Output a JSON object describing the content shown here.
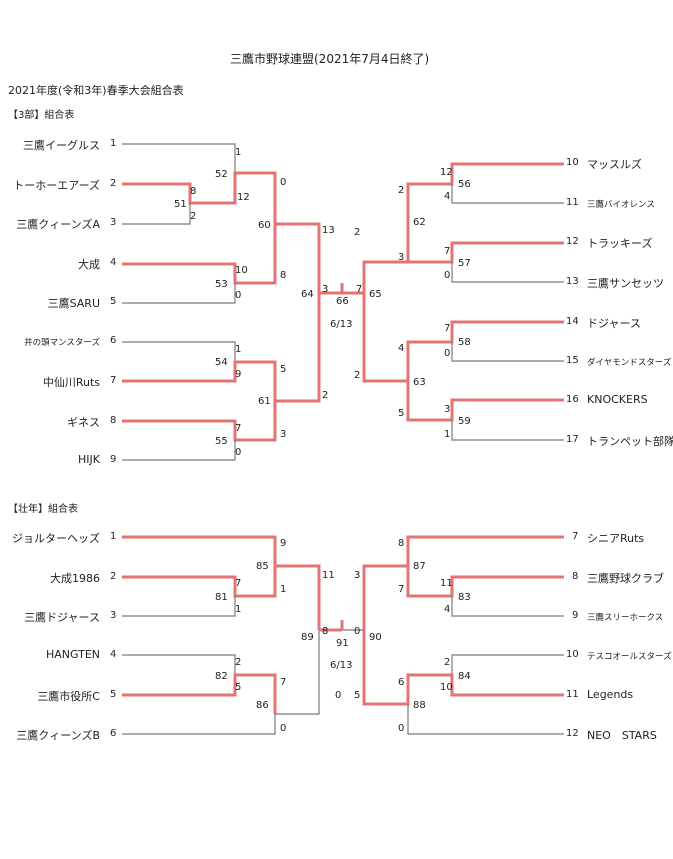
{
  "title": "三鷹市野球連盟(2021年7月4日終了)",
  "subtitle": "2021年度(令和3年)春季大会組合表",
  "section1": {
    "label": "【3部】組合表",
    "left_teams": [
      {
        "name": "三鷹イーグルス",
        "seed": "1"
      },
      {
        "name": "トーホーエアーズ",
        "seed": "2"
      },
      {
        "name": "三鷹クィーンズA",
        "seed": "3"
      },
      {
        "name": "大成",
        "seed": "4"
      },
      {
        "name": "三鷹SARU",
        "seed": "5"
      },
      {
        "name": "井の頭マンスターズ",
        "seed": "6"
      },
      {
        "name": "中仙川Ruts",
        "seed": "7"
      },
      {
        "name": "ギネス",
        "seed": "8"
      },
      {
        "name": "HIJK",
        "seed": "9"
      }
    ],
    "right_teams": [
      {
        "name": "マッスルズ",
        "seed": "10"
      },
      {
        "name": "三鷹バイオレンス",
        "seed": "11"
      },
      {
        "name": "トラッキーズ",
        "seed": "12"
      },
      {
        "name": "三鷹サンセッツ",
        "seed": "13"
      },
      {
        "name": "ドジャース",
        "seed": "14"
      },
      {
        "name": "ダイヤモンドスターズ",
        "seed": "15"
      },
      {
        "name": "KNOCKERS",
        "seed": "16"
      },
      {
        "name": "トランペット部隊",
        "seed": "17"
      }
    ],
    "games": {
      "g51": "51",
      "g52": "52",
      "g53": "53",
      "g54": "54",
      "g55": "55",
      "g60": "60",
      "g61": "61",
      "g64": "64",
      "g66": "66",
      "g56": "56",
      "g57": "57",
      "g58": "58",
      "g59": "59",
      "g62": "62",
      "g63": "63",
      "g65": "65",
      "final_date": "6/13"
    },
    "scores": {
      "s52_top": "1",
      "s52_bot": "12",
      "s51_top": "8",
      "s51_bot": "2",
      "s52_out": "0",
      "s53_top": "10",
      "s53_bot": "0",
      "s60_bot": "8",
      "s60_out": "13",
      "s54_top": "1",
      "s54_bot": "9",
      "s61_top": "5",
      "s55_top": "7",
      "s55_bot": "0",
      "s61_bot": "3",
      "s61_out": "2",
      "s64_top": "3",
      "s56_top": "12",
      "s56_bot": "4",
      "s62_top": "2",
      "s57_top": "7",
      "s57_bot": "0",
      "s62_bot": "3",
      "s66_left": "2",
      "s66_right": "7",
      "s58_top": "7",
      "s58_bot": "0",
      "s63_top": "4",
      "s59_top": "3",
      "s59_bot": "1",
      "s63_bot": "5",
      "s65_bot": "2"
    }
  },
  "section2": {
    "label": "【壮年】組合表",
    "left_teams": [
      {
        "name": "ジョルターヘッズ",
        "seed": "1"
      },
      {
        "name": "大成1986",
        "seed": "2"
      },
      {
        "name": "三鷹ドジャース",
        "seed": "3"
      },
      {
        "name": "HANGTEN",
        "seed": "4"
      },
      {
        "name": "三鷹市役所C",
        "seed": "5"
      },
      {
        "name": "三鷹クィーンズB",
        "seed": "6"
      }
    ],
    "right_teams": [
      {
        "name": "シニアRuts",
        "seed": "7"
      },
      {
        "name": "三鷹野球クラブ",
        "seed": "8"
      },
      {
        "name": "三鷹スリーホークス",
        "seed": "9"
      },
      {
        "name": "テスコオールスターズ",
        "seed": "10"
      },
      {
        "name": "Legends",
        "seed": "11"
      },
      {
        "name": "NEO　STARS",
        "seed": "12"
      }
    ],
    "games": {
      "g81": "81",
      "g82": "82",
      "g85": "85",
      "g86": "86",
      "g89": "89",
      "g91": "91",
      "g83": "83",
      "g84": "84",
      "g87": "87",
      "g88": "88",
      "g90": "90",
      "final_date": "6/13"
    },
    "scores": {
      "s85_top": "9",
      "s81_top": "7",
      "s81_bot": "1",
      "s85_bot": "1",
      "s85_out": "11",
      "s82_top": "2",
      "s82_bot": "5",
      "s86_top": "7",
      "s86_bot": "0",
      "s89_bot": "0",
      "s91_left": "8",
      "s91_right": "0",
      "s87_top": "8",
      "s83_top": "11",
      "s83_bot": "4",
      "s87_bot": "7",
      "s90_top": "3",
      "s84_top": "2",
      "s84_bot": "10",
      "s88_top": "6",
      "s88_bot": "0",
      "s90_bot": "5"
    }
  },
  "colors": {
    "winner_line": "#e57373",
    "bracket_line": "#7a7a7a"
  }
}
